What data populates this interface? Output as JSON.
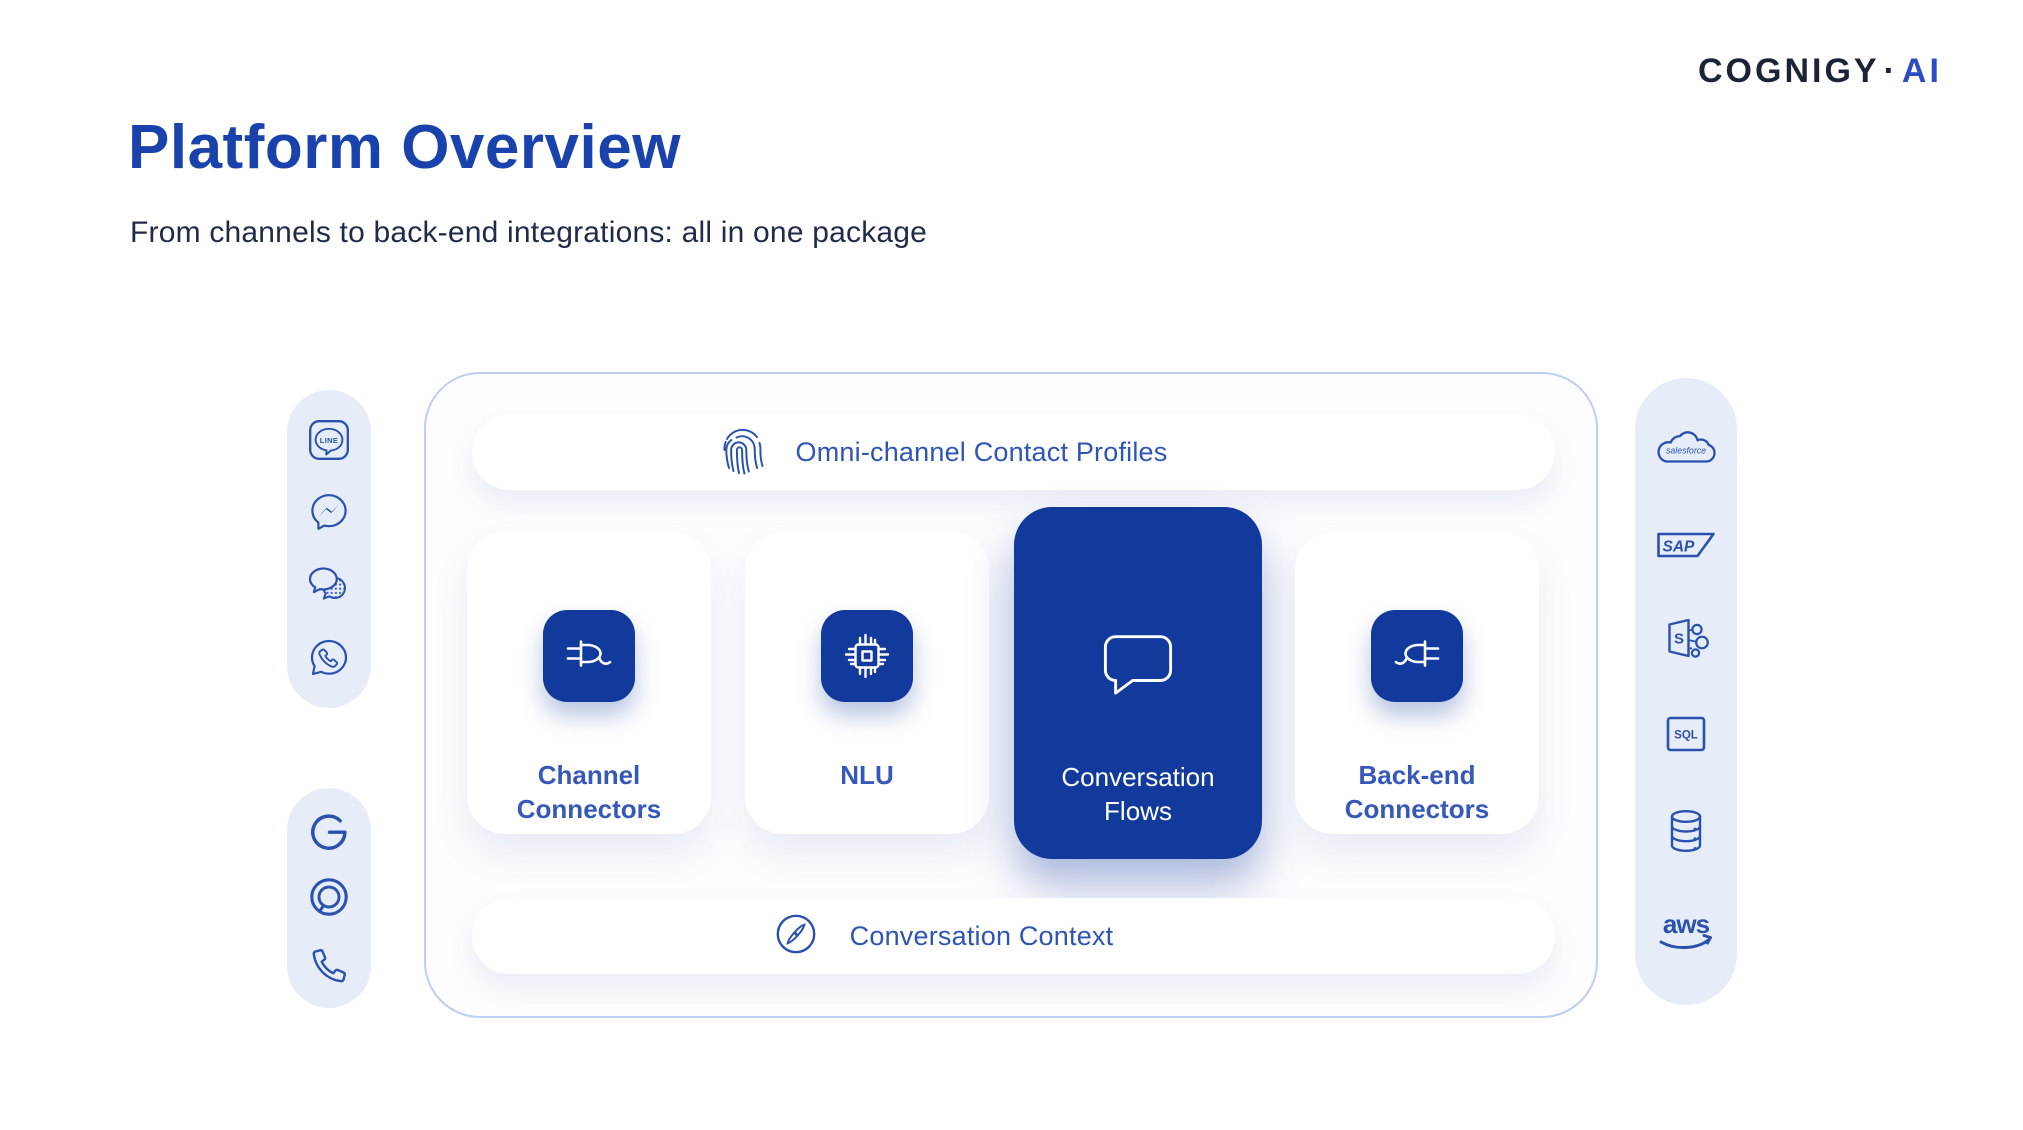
{
  "brand": {
    "name": "COGNIGY",
    "separator": "·",
    "suffix": "AI"
  },
  "header": {
    "title": "Platform Overview",
    "subtitle": "From channels to back-end integrations: all in one package"
  },
  "channel_rail_top": {
    "icons": [
      "line-icon",
      "messenger-icon",
      "chat-bubbles-icon",
      "whatsapp-icon"
    ],
    "line_badge_text": "LINE"
  },
  "channel_rail_bottom": {
    "icons": [
      "google-icon",
      "alexa-icon",
      "phone-handset-icon"
    ]
  },
  "platform": {
    "top_bar": {
      "icon": "fingerprint-icon",
      "label": "Omni-channel Contact Profiles"
    },
    "cards": [
      {
        "icon": "plug-icon",
        "label": "Channel Connectors",
        "highlighted": false
      },
      {
        "icon": "chip-icon",
        "label": "NLU",
        "highlighted": false
      },
      {
        "icon": "speech-bubble-icon",
        "label": "Conversation Flows",
        "highlighted": true
      },
      {
        "icon": "plug-icon",
        "label": "Back-end Connectors",
        "highlighted": false
      }
    ],
    "bottom_bar": {
      "icon": "compass-icon",
      "label": "Conversation Context"
    }
  },
  "integration_rail": {
    "icons": [
      "salesforce-icon",
      "sap-icon",
      "sharepoint-icon",
      "sql-icon",
      "database-icon",
      "aws-icon"
    ],
    "salesforce_text": "salesforce",
    "sap_text": "SAP",
    "sharepoint_letter": "S",
    "sql_text": "SQL",
    "aws_text": "aws"
  },
  "colors": {
    "accent_dark_blue": "#123A9C",
    "title_blue": "#1A42AC",
    "label_blue": "#3558BA",
    "bar_label_blue": "#2E54B6",
    "icon_stroke_blue": "#2B51AE",
    "rail_background": "#E6EDF9",
    "container_border": "#BCCEF4",
    "dark_text": "#202B49",
    "logo_navy": "#1B2437",
    "logo_accent": "#2C4CC4"
  }
}
